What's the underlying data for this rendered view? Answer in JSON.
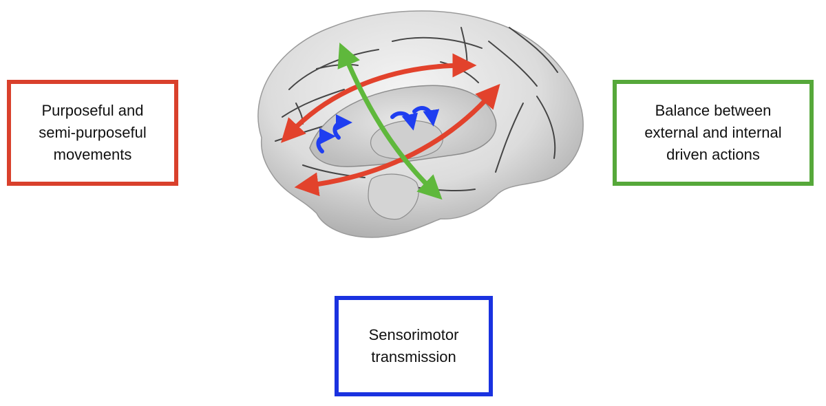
{
  "boxes": {
    "red": {
      "lines": [
        "Purposeful and",
        "semi-purposeful",
        "movements"
      ],
      "color": "#d9402c"
    },
    "green": {
      "lines": [
        "Balance between",
        "external and internal",
        "driven actions"
      ],
      "color": "#56a83a"
    },
    "blue": {
      "lines": [
        "Sensorimotor",
        "transmission"
      ],
      "color": "#1a32e0"
    }
  },
  "figure": {
    "subject": "brain-medial-view",
    "arrow_colors": {
      "red": "#e2422c",
      "green": "#5fb83c",
      "blue": "#1f3ef0"
    }
  }
}
